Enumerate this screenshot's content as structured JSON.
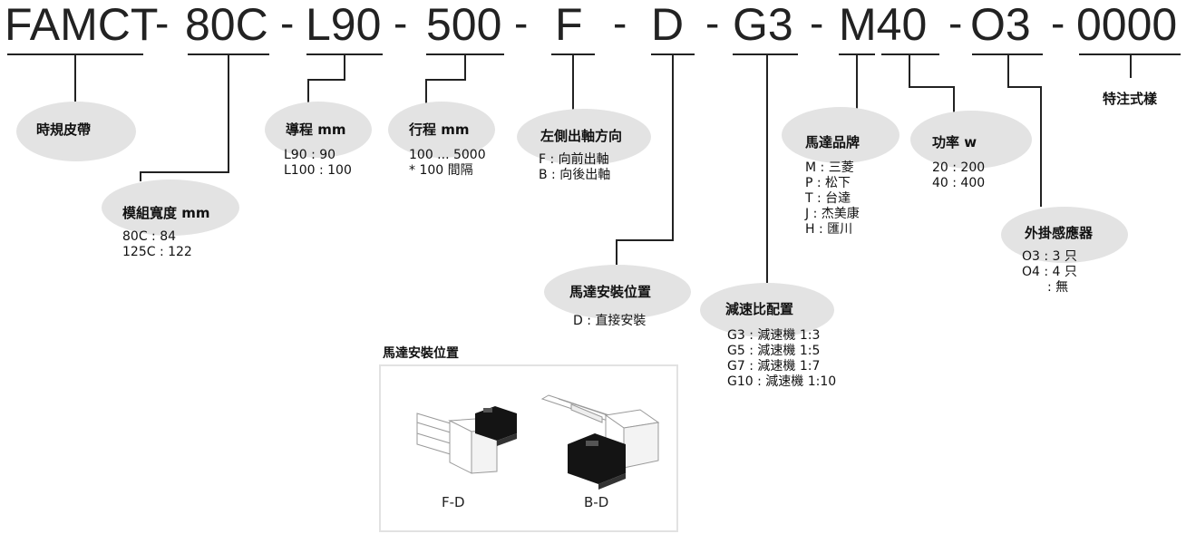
{
  "code": {
    "parts": [
      "FAMCT",
      "80C",
      "L90",
      "500",
      "F",
      "D",
      "G3",
      "M40",
      "O3",
      "0000"
    ],
    "separator": "-"
  },
  "belt": {
    "title": "時規皮帶"
  },
  "width": {
    "title": "模組寬度 mm",
    "values": [
      "80C : 84",
      "125C : 122"
    ]
  },
  "lead": {
    "title": "導程 mm",
    "values": [
      "L90 : 90",
      "L100 : 100"
    ]
  },
  "stroke": {
    "title": "行程 mm",
    "values": [
      "100 ... 5000",
      "* 100 間隔"
    ]
  },
  "shaft": {
    "title": "左側出軸方向",
    "values": [
      "F : 向前出軸",
      "B : 向後出軸"
    ]
  },
  "motor_mount": {
    "title": "馬達安裝位置",
    "values": [
      "D : 直接安裝"
    ]
  },
  "reducer": {
    "title": "減速比配置",
    "values": [
      "G3 : 減速機 1:3",
      "G5 : 減速機 1:5",
      "G7 : 減速機 1:7",
      "G10 : 減速機 1:10"
    ]
  },
  "brand": {
    "title": "馬達品牌",
    "values": [
      "M : 三菱",
      "P : 松下",
      "T : 台達",
      "J : 杰美康",
      "H : 匯川"
    ]
  },
  "power": {
    "title": "功率 w",
    "values": [
      "20 : 200",
      "40 : 400"
    ]
  },
  "sensor": {
    "title": "外掛感應器",
    "values": [
      "O3 : 3 只",
      "O4 : 4 只",
      ": 無"
    ]
  },
  "special": {
    "title": "特注式樣"
  },
  "mount_diagram": {
    "title": "馬達安裝位置",
    "labels": [
      "F-D",
      "B-D"
    ]
  },
  "colors": {
    "bubble": "#e3e3e3",
    "line": "#222222",
    "text": "#111111"
  }
}
